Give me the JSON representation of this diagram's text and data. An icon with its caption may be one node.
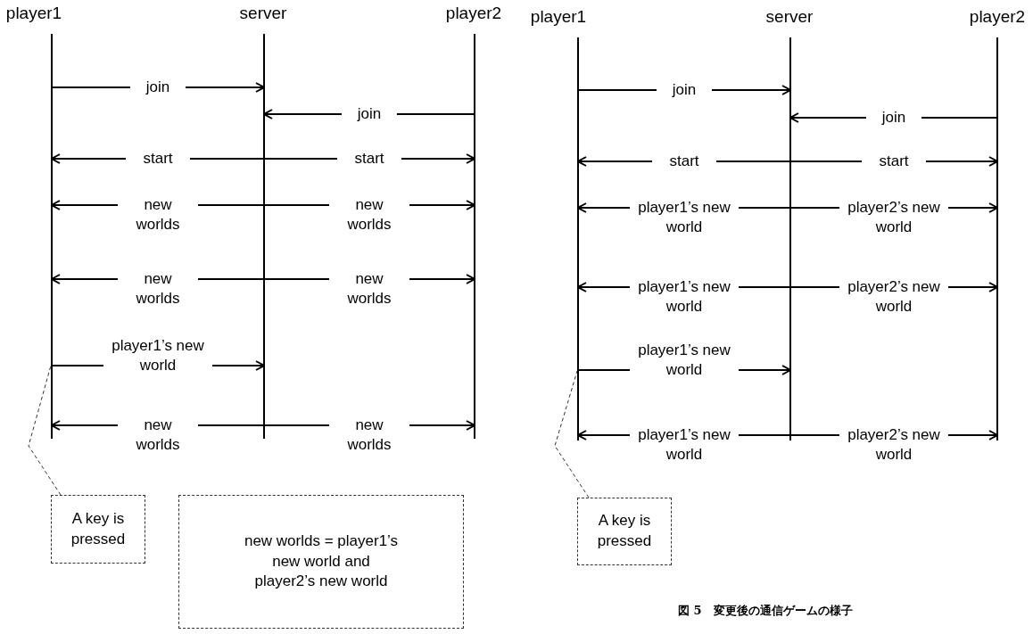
{
  "diagram": {
    "caption": "図 5　変更後の通信ゲームの様子",
    "nodes": [
      {
        "text": [],
        "shape": "bar",
        "beside": [
          "player1"
        ]
      },
      {
        "text": [],
        "shape": "bar",
        "beside": [
          "server"
        ]
      },
      {
        "text": [],
        "shape": "bar",
        "beside": [
          "player2"
        ]
      },
      {
        "text": [
          "A key is pressed"
        ]
      },
      {
        "text": [
          "new worlds = player1’s new world and player2’s new world"
        ]
      },
      {
        "text": [],
        "shape": "bar",
        "beside": [
          "player1"
        ]
      },
      {
        "text": [],
        "shape": "bar",
        "beside": [
          "server"
        ]
      },
      {
        "text": [],
        "shape": "bar",
        "beside": [
          "player2"
        ]
      },
      {
        "text": [
          "A key is pressed"
        ]
      }
    ],
    "edges": [
      {
        "from": 0,
        "to": 1,
        "arrow": "to",
        "label": "join"
      },
      {
        "from": 2,
        "to": 1,
        "arrow": "to",
        "label": "join"
      },
      {
        "from": 1,
        "to": 0,
        "arrow": "to",
        "label": "start"
      },
      {
        "from": 1,
        "to": 2,
        "arrow": "to",
        "label": "start"
      },
      {
        "from": 1,
        "to": 0,
        "arrow": "to",
        "label": "new worlds"
      },
      {
        "from": 1,
        "to": 2,
        "arrow": "to",
        "label": "new worlds"
      },
      {
        "from": 1,
        "to": 0,
        "arrow": "to",
        "label": "new worlds"
      },
      {
        "from": 1,
        "to": 2,
        "arrow": "to",
        "label": "new worlds"
      },
      {
        "from": 0,
        "to": 1,
        "arrow": "to",
        "label": "player1’s new world"
      },
      {
        "from": 1,
        "to": 0,
        "arrow": "to",
        "label": "new worlds"
      },
      {
        "from": 1,
        "to": 2,
        "arrow": "to",
        "label": "new worlds"
      },
      {
        "from": 3,
        "to": 0,
        "arrow": "none",
        "style": "dashed"
      },
      {
        "from": 5,
        "to": 6,
        "arrow": "to",
        "label": "join"
      },
      {
        "from": 7,
        "to": 6,
        "arrow": "to",
        "label": "join"
      },
      {
        "from": 6,
        "to": 5,
        "arrow": "to",
        "label": "start"
      },
      {
        "from": 6,
        "to": 7,
        "arrow": "to",
        "label": "start"
      },
      {
        "from": 6,
        "to": 5,
        "arrow": "to",
        "label": "player1’s new world"
      },
      {
        "from": 6,
        "to": 7,
        "arrow": "to",
        "label": "player2’s new world"
      },
      {
        "from": 6,
        "to": 5,
        "arrow": "to",
        "label": "player1’s new world"
      },
      {
        "from": 6,
        "to": 7,
        "arrow": "to",
        "label": "player2’s new world"
      },
      {
        "from": 5,
        "to": 6,
        "arrow": "to",
        "label": "player1’s new world"
      },
      {
        "from": 6,
        "to": 5,
        "arrow": "to",
        "label": "player1’s new world"
      },
      {
        "from": 6,
        "to": 7,
        "arrow": "to",
        "label": "player2’s new world"
      },
      {
        "from": 8,
        "to": 5,
        "arrow": "none",
        "style": "dashed"
      }
    ]
  }
}
